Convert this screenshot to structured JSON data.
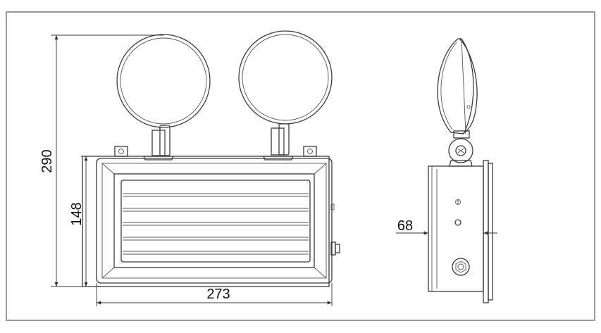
{
  "dimensions": {
    "total_height": "290",
    "box_height": "148",
    "width": "273",
    "depth": "68"
  },
  "colors": {
    "frame": "#9a9a9a",
    "line": "#3a3a3a",
    "background": "#ffffff"
  }
}
